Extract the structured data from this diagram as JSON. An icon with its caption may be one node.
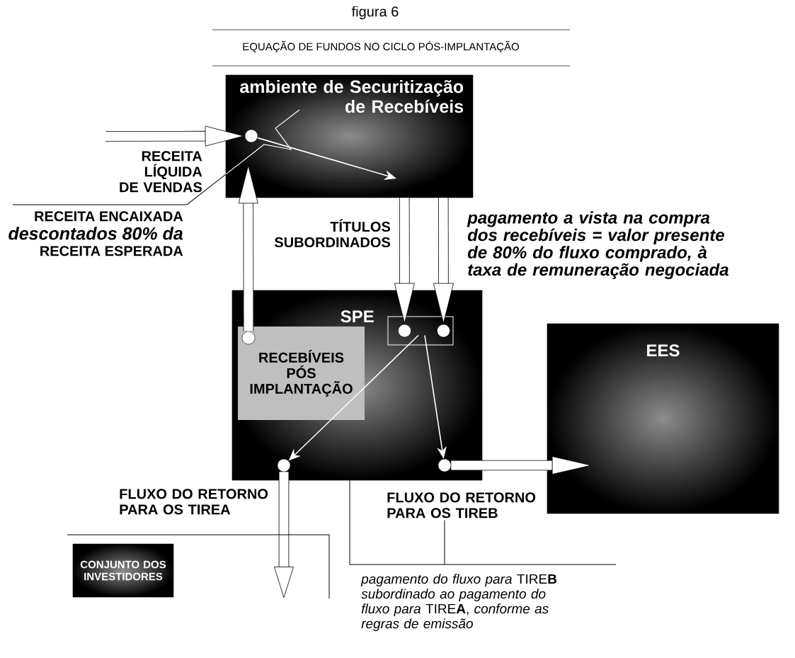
{
  "diagram": {
    "title": "figura 6",
    "nodes": [
      {
        "text": [
          "ambiente de Securitização de Recebíveis"
        ]
      },
      {
        "text": [
          "SPE"
        ]
      },
      {
        "text": [
          "RECEBÍVEIS PÓS IMPLANTAÇÃO"
        ],
        "in": 1
      },
      {
        "text": [
          "EES"
        ]
      },
      {
        "text": [
          "CONJUNTO DOS INVESTIDORES"
        ]
      },
      {
        "text": [],
        "shape": "circle",
        "in": 0
      },
      {
        "text": [],
        "shape": "box",
        "in": 1
      },
      {
        "text": [],
        "shape": "circle",
        "in": 6
      },
      {
        "text": [],
        "shape": "circle",
        "in": 6
      },
      {
        "text": [],
        "shape": "circle",
        "in": 2
      },
      {
        "text": [],
        "shape": "circle",
        "in": 1
      },
      {
        "text": [],
        "shape": "circle",
        "in": 1
      },
      {
        "text": [
          "FLUXO DO RETORNO PARA OS TIREB"
        ]
      },
      {
        "text": [
          "*pagamento do fluxo para* TIRE**B** *subordinado ao pagamento do fluxo para* TIRE**A**, *conforme as regras de emissão*"
        ]
      }
    ],
    "edges": [
      {
        "from": null,
        "to": 5,
        "arrow": "to"
      },
      {
        "from": 5,
        "to": null,
        "arrow": "to",
        "color": "#ffffff"
      },
      {
        "from": 0,
        "to": 7,
        "arrow": "to"
      },
      {
        "from": 0,
        "to": 8,
        "arrow": "to"
      },
      {
        "from": 9,
        "to": 0,
        "arrow": "to"
      },
      {
        "from": 6,
        "to": 10,
        "arrow": "to",
        "color": "#ffffff"
      },
      {
        "from": 6,
        "to": 11,
        "arrow": "to",
        "color": "#ffffff"
      },
      {
        "from": 11,
        "to": 3,
        "arrow": "to"
      },
      {
        "from": 10,
        "to": null,
        "arrow": "to"
      },
      {
        "from": 12,
        "to": 13,
        "arrow": "none"
      },
      {
        "from": 13,
        "to": 10,
        "arrow": "none"
      }
    ],
    "labels": [
      "EQUAÇÃO DE FUNDOS NO CICLO PÓS-IMPLANTAÇÃO",
      "RECEITA LÍQUIDA DE VENDAS",
      "RECEITA ENCAIXADA",
      "descontados 80% da",
      "RECEITA ESPERADA",
      "TÍTULOS SUBORDINADOS",
      "pagamento a vista na compra dos recebíveis = valor presente de 80% do fluxo comprado, à taxa de remuneração negociada",
      "FLUXO DO RETORNO PARA OS TIREA"
    ]
  }
}
